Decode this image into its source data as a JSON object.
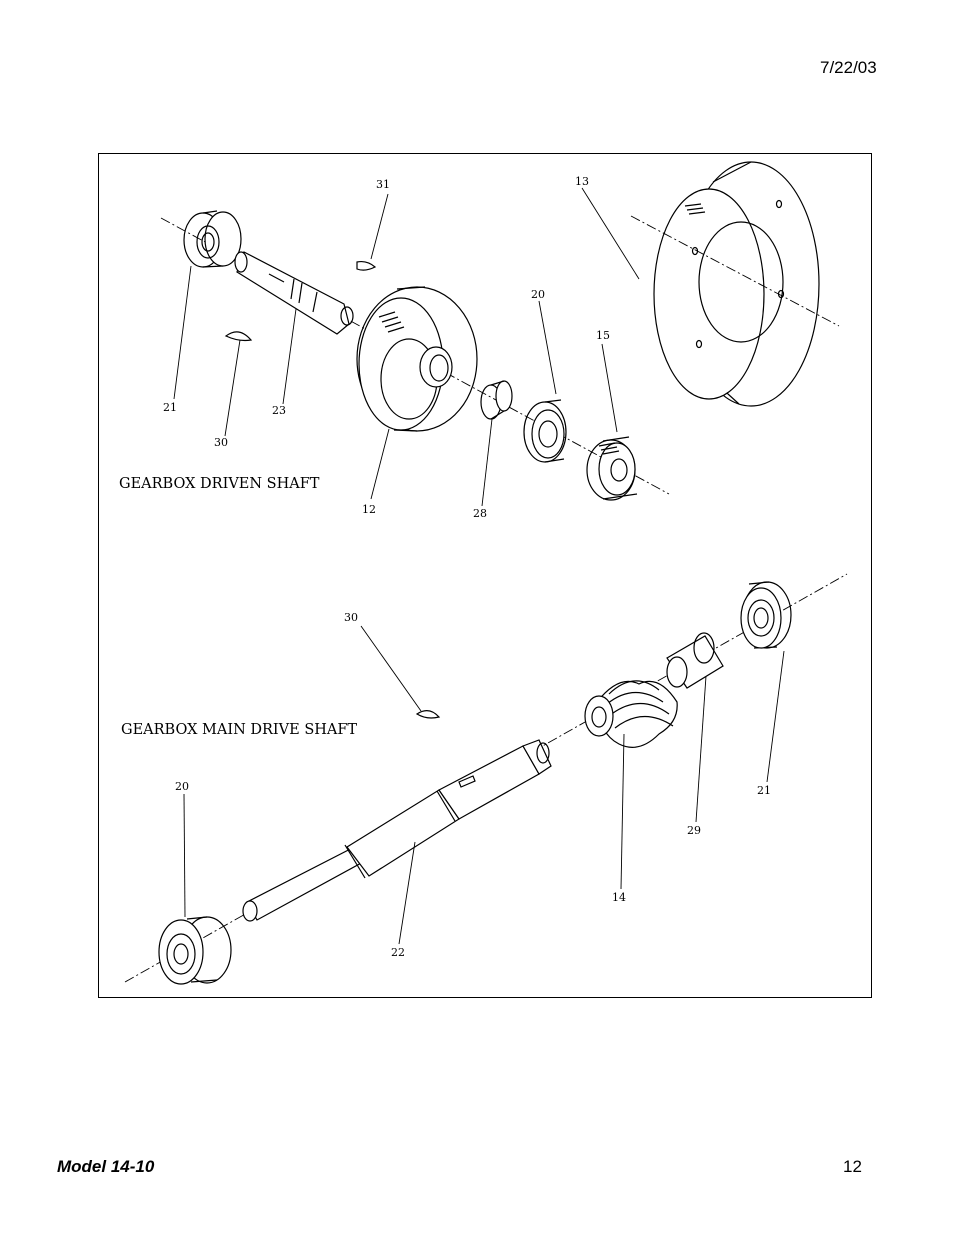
{
  "header": {
    "date": "7/22/03"
  },
  "diagram": {
    "section_titles": {
      "driven": "GEARBOX DRIVEN SHAFT",
      "main": "GEARBOX MAIN DRIVE SHAFT"
    },
    "part_numbers": {
      "p31": "31",
      "p13": "13",
      "p20a": "20",
      "p15": "15",
      "p21a": "21",
      "p23": "23",
      "p30a": "30",
      "p12": "12",
      "p28": "28",
      "p30b": "30",
      "p21b": "21",
      "p29": "29",
      "p20b": "20",
      "p14": "14",
      "p22": "22"
    }
  },
  "footer": {
    "model": "Model 14-10",
    "page": "12"
  }
}
